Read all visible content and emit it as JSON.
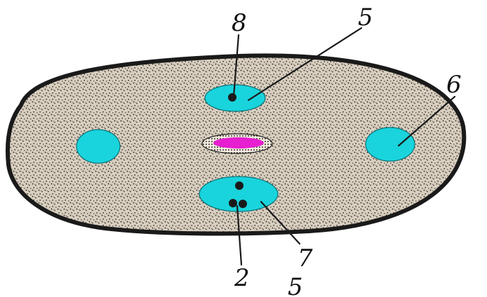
{
  "diagram": {
    "labels": {
      "l8": "8",
      "l5_top": "5",
      "l6": "6",
      "l7": "7",
      "l2": "2",
      "l5_bottom": "5"
    },
    "colors": {
      "background": "#ffffff",
      "body_fill": "#d8cfc0",
      "body_outline": "#1a1a1a",
      "stipple": "#3a3228",
      "cavity": "#19d4dc",
      "canal": "#e61fd0",
      "dark_body": "#1a1a1a"
    }
  }
}
